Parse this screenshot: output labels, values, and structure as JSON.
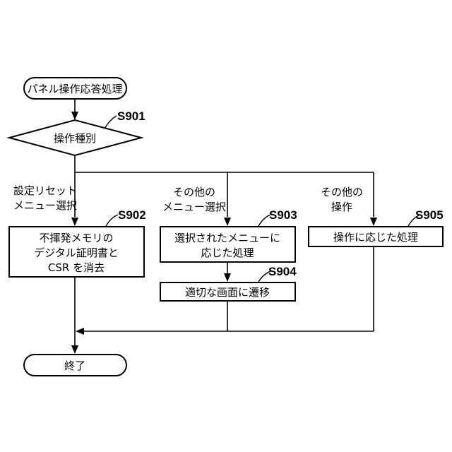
{
  "start": {
    "label": "パネル操作応答処理"
  },
  "decision": {
    "step": "S901",
    "label": "操作種別"
  },
  "branches": {
    "reset": {
      "lines": [
        "設定リセット",
        "メニュー選択"
      ]
    },
    "menu": {
      "lines": [
        "その他の",
        "メニュー選択"
      ]
    },
    "other": {
      "lines": [
        "その他の",
        "操作"
      ]
    }
  },
  "processes": {
    "s902": {
      "step": "S902",
      "lines": [
        "不揮発メモリの",
        "デジタル証明書と",
        "CSR を消去"
      ]
    },
    "s903": {
      "step": "S903",
      "lines": [
        "選択されたメニューに",
        "応じた処理"
      ]
    },
    "s904": {
      "step": "S904",
      "lines": [
        "適切な画面に遷移"
      ]
    },
    "s905": {
      "step": "S905",
      "lines": [
        "操作に応じた処理"
      ]
    }
  },
  "end": {
    "label": "終了"
  }
}
